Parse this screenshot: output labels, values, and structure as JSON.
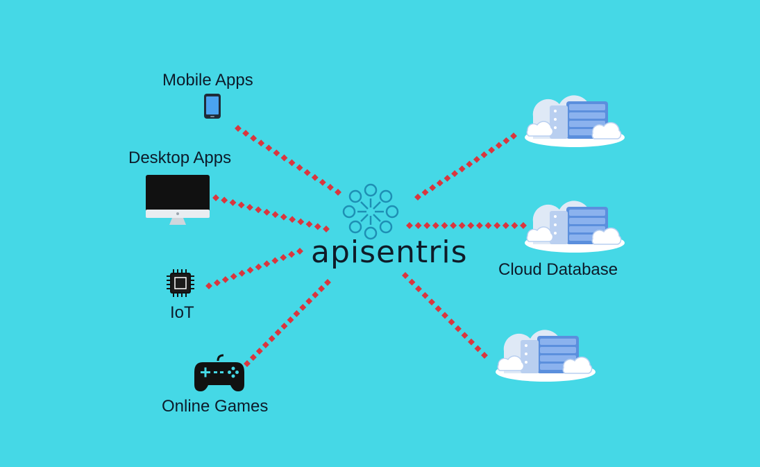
{
  "brand": {
    "name": "apisentris",
    "icon": "network-hub-icon",
    "accent": "#1e8fb4"
  },
  "clients": [
    {
      "id": "mobile",
      "label": "Mobile Apps",
      "icon": "smartphone-icon"
    },
    {
      "id": "desktop",
      "label": "Desktop Apps",
      "icon": "desktop-monitor-icon"
    },
    {
      "id": "iot",
      "label": "IoT",
      "icon": "microchip-icon"
    },
    {
      "id": "games",
      "label": "Online Games",
      "icon": "gamepad-icon"
    }
  ],
  "servers": [
    {
      "id": "top",
      "icon": "cloud-server-icon"
    },
    {
      "id": "middle",
      "label": "Cloud Database",
      "icon": "cloud-server-icon"
    },
    {
      "id": "bottom",
      "icon": "cloud-server-icon"
    }
  ],
  "colors": {
    "background": "#45d8e6",
    "link": "#d9363e",
    "server": "#4f86d6"
  }
}
